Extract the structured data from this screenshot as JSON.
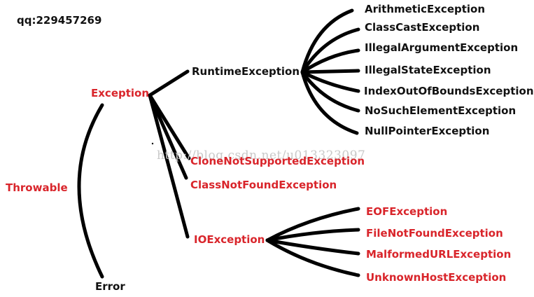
{
  "header": {
    "contact": "qq:229457269"
  },
  "nodes": {
    "throwable": "Throwable",
    "exception": "Exception",
    "error": "Error",
    "runtime": "RuntimeException",
    "io": "IOException",
    "clone_not_supported": "CloneNotSupportedException",
    "class_not_found": "ClassNotFoundException"
  },
  "runtime_children": [
    "ArithmeticException",
    "ClassCastException",
    "IllegalArgumentException",
    "IllegalStateException",
    "IndexOutOfBoundsException",
    "NoSuchElementException",
    "NullPointerException"
  ],
  "io_children": [
    "EOFException",
    "FileNotFoundException",
    "MalformedURLException",
    "UnknownHostException"
  ],
  "watermark": "http://blog.csdn.net/u013323097",
  "colors": {
    "checked": "#d9252b",
    "unchecked": "#111111",
    "line": "#000000"
  }
}
